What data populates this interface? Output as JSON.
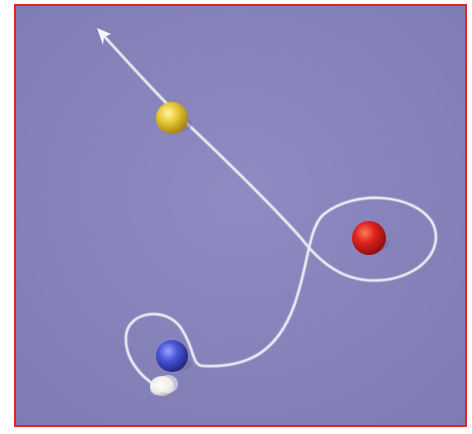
{
  "scene": {
    "background_color": "#8a86bc",
    "frame_color": "#e52222",
    "trajectory": {
      "color": "#f2f0f6",
      "arrow_icon": "arrowhead-icon"
    },
    "balls": [
      {
        "name": "yellow-ball",
        "color": "#e8c631"
      },
      {
        "name": "red-ball",
        "color": "#e0231d"
      },
      {
        "name": "blue-ball",
        "color": "#4a55d8"
      },
      {
        "name": "white-ball",
        "color": "#f3f1ee"
      }
    ]
  }
}
